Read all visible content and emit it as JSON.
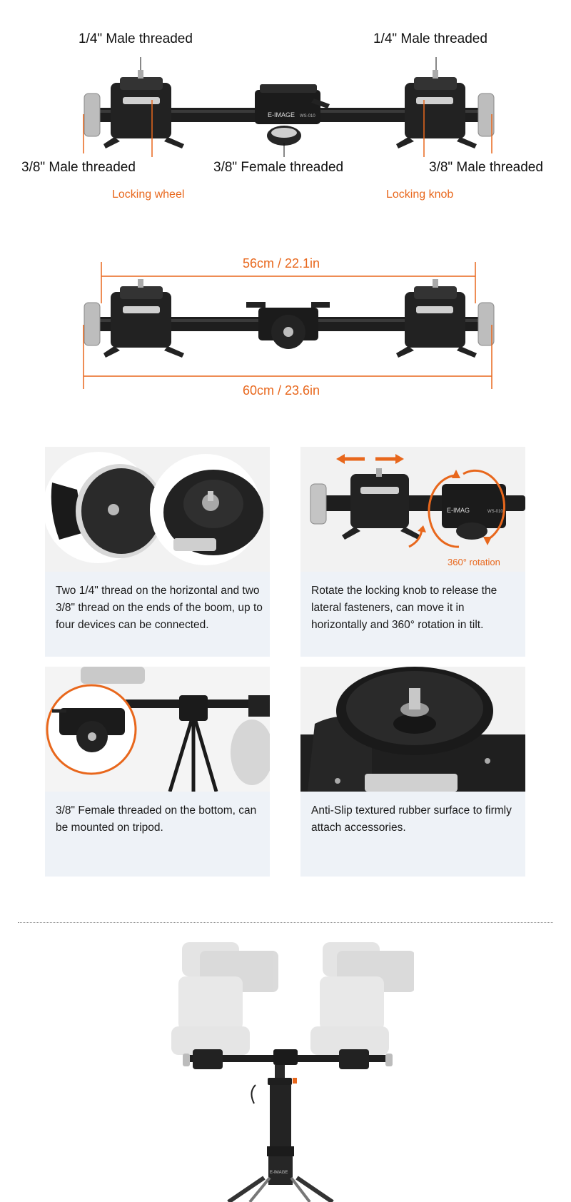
{
  "diagram1": {
    "top_left": "1/4\" Male threaded",
    "top_right": "1/4\" Male threaded",
    "bottom_left": "3/8\" Male threaded",
    "bottom_center": "3/8\" Female threaded",
    "bottom_right": "3/8\" Male threaded",
    "locking_wheel": "Locking wheel",
    "locking_knob": "Locking knob",
    "brand": "E-IMAGE",
    "model": "WS-010"
  },
  "diagram2": {
    "inner_length": "56cm / 22.1in",
    "outer_length": "60cm / 23.6in"
  },
  "features": [
    {
      "text": "Two 1/4\" thread on the horizontal and two 3/8\" thread on the ends of the boom, up to four devices can be connected."
    },
    {
      "text": "Rotate the locking knob to release the lateral fasteners, can move it in horizontally and 360° rotation in tilt.",
      "badge": "360° rotation",
      "brand": "E-IMAG",
      "model": "WS-010"
    },
    {
      "text": "3/8\" Female threaded on the bottom, can be mounted on tripod."
    },
    {
      "text": "Anti-Slip textured rubber surface to firmly attach accessories."
    }
  ],
  "colors": {
    "accent": "#e8671c",
    "card_bg": "#eef2f7",
    "metal_dark": "#1e1e1e",
    "aluminum": "#c8c8c8"
  },
  "bottom_brand": "E-IMAGE"
}
